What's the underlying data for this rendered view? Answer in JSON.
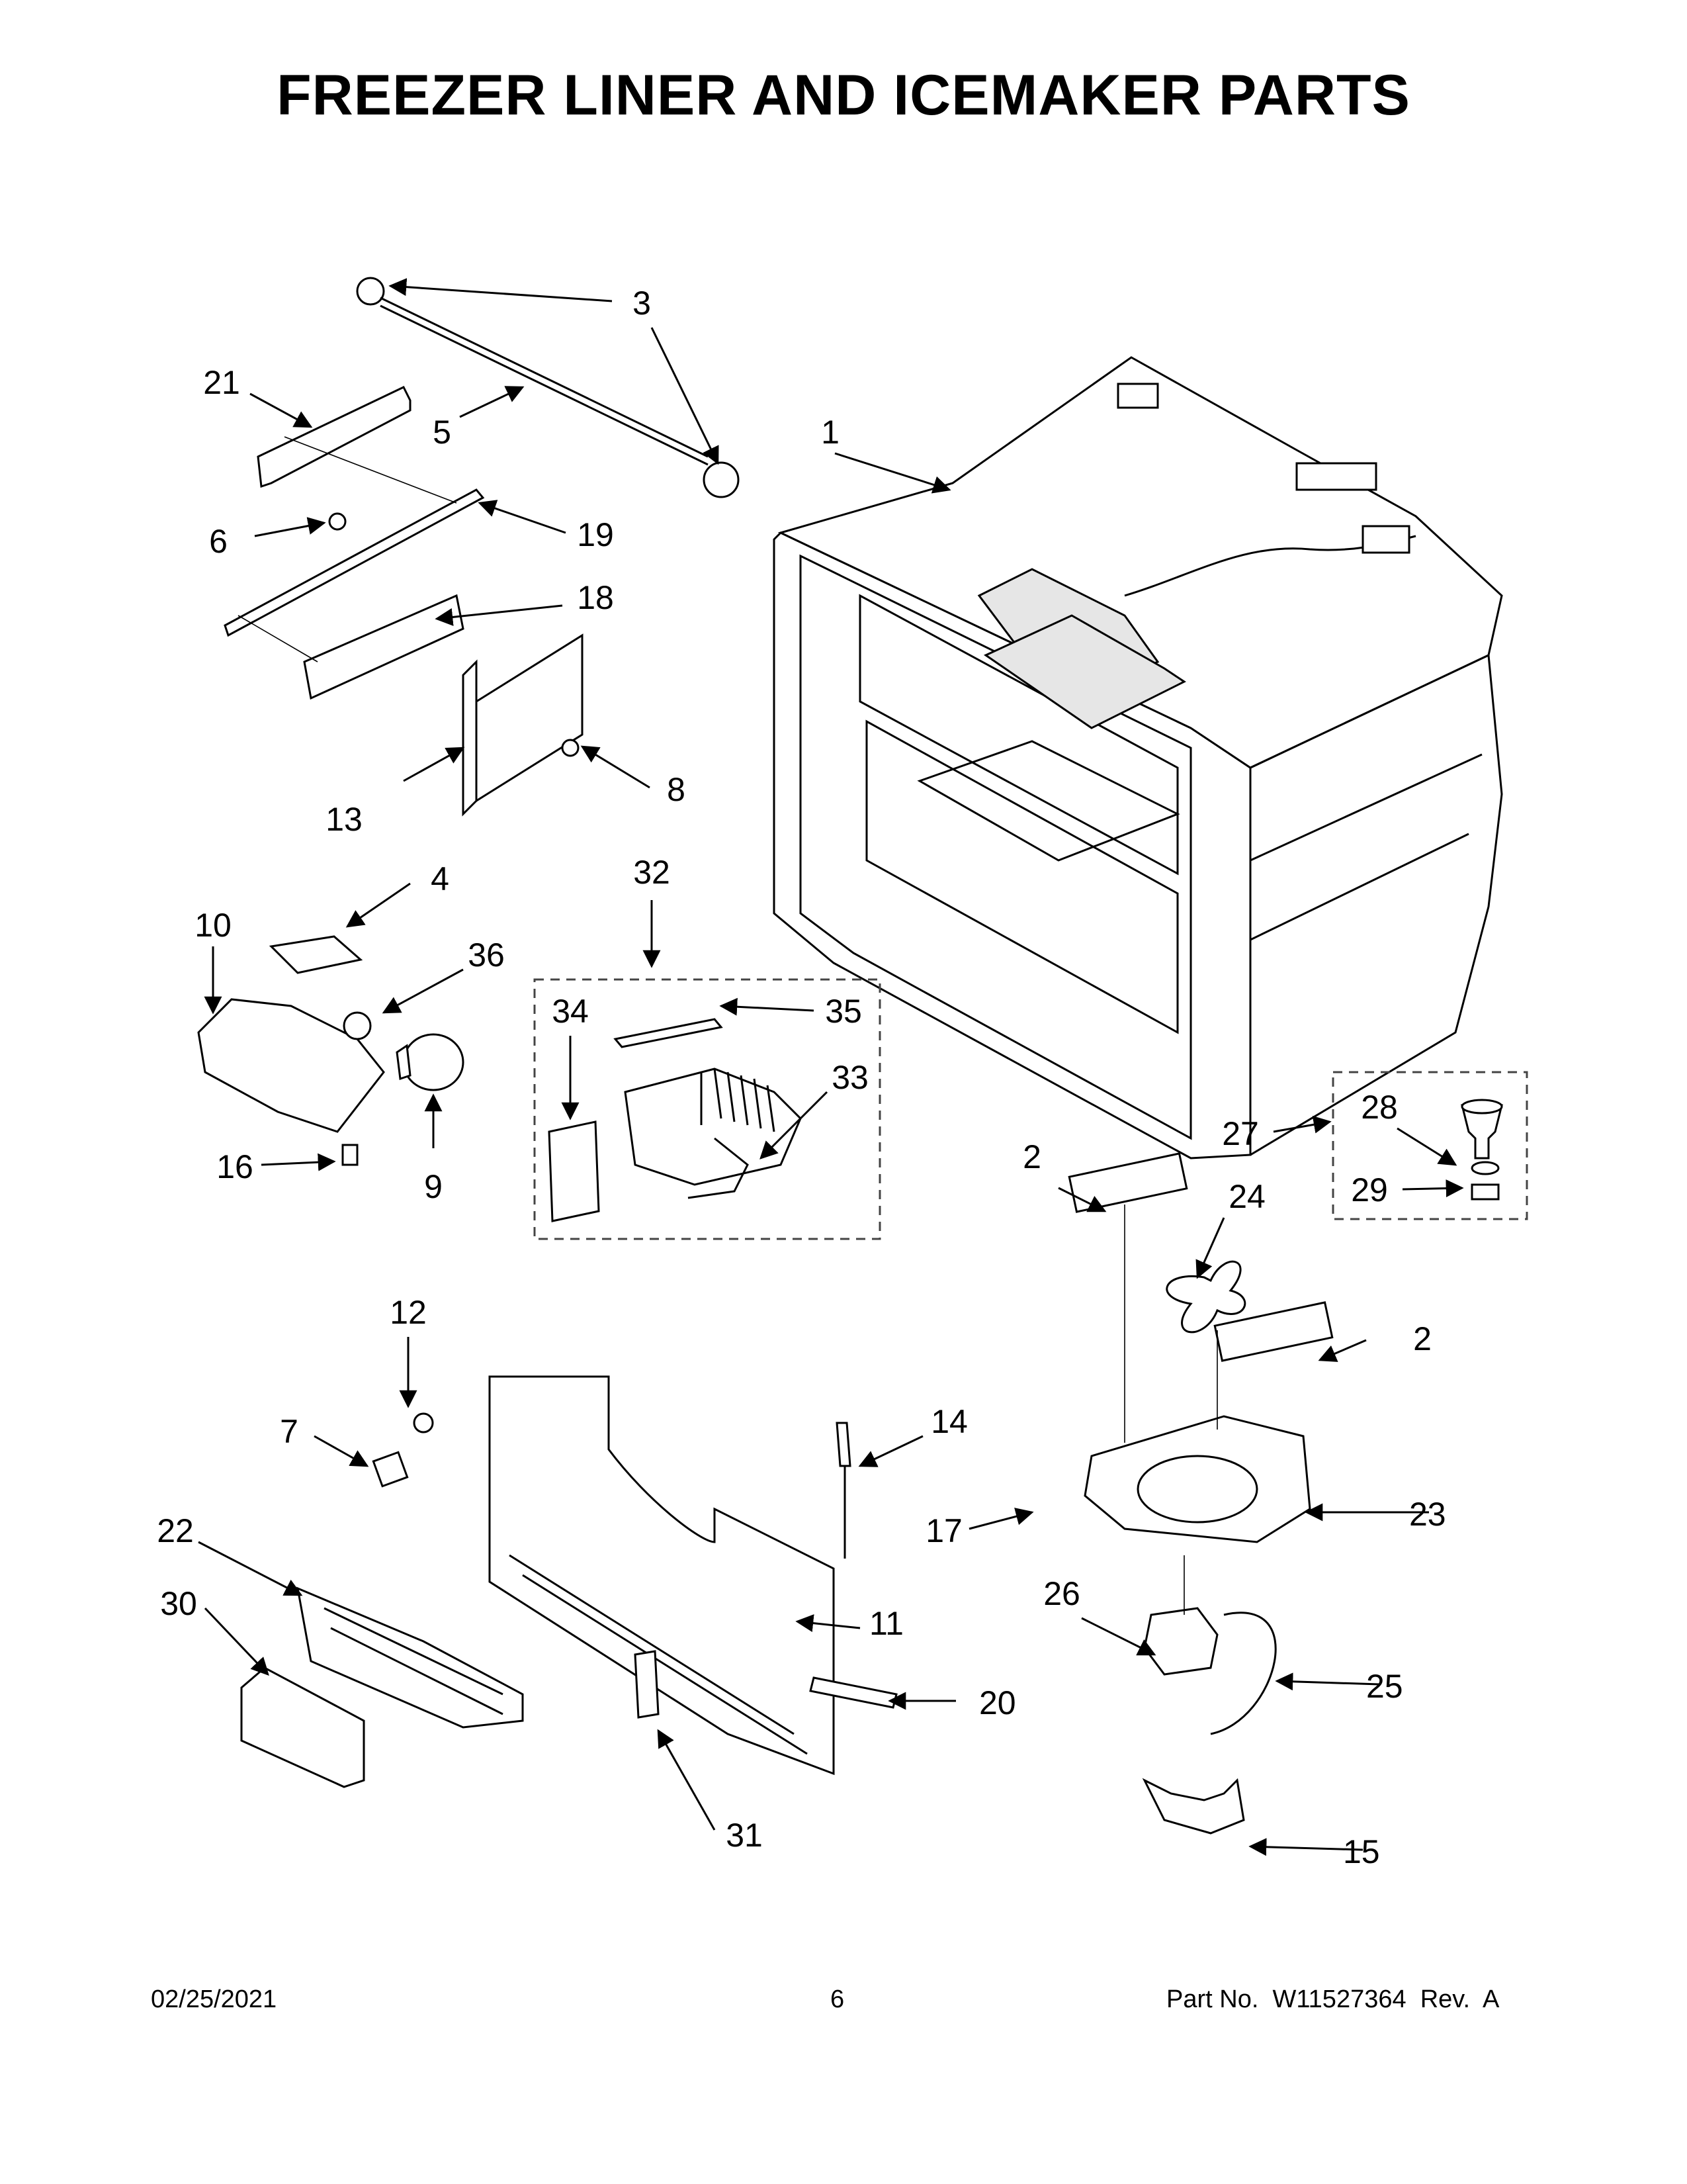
{
  "title": "FREEZER LINER AND ICEMAKER PARTS",
  "footer": {
    "date": "02/25/2021",
    "page": "6",
    "part_no": "Part No.  W11527364  Rev.  A"
  },
  "callouts": [
    "1",
    "2",
    "2",
    "3",
    "4",
    "5",
    "6",
    "7",
    "8",
    "9",
    "10",
    "11",
    "12",
    "13",
    "14",
    "15",
    "16",
    "17",
    "18",
    "19",
    "20",
    "21",
    "22",
    "23",
    "24",
    "25",
    "26",
    "27",
    "28",
    "29",
    "30",
    "31",
    "32",
    "33",
    "34",
    "35",
    "36"
  ]
}
